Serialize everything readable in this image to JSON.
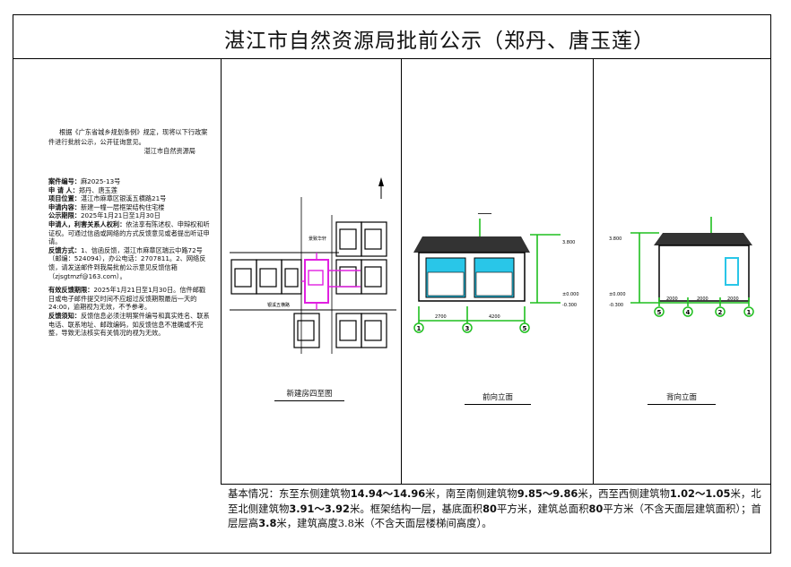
{
  "header": {
    "title": "湛江市自然资源局批前公示（郑丹、唐玉莲）"
  },
  "notice": {
    "intro": "根据《广东省城乡规划条例》规定，现将以下行政案件进行批前公示，公开征询意见。",
    "issuer": "湛江市自然资源局"
  },
  "case": {
    "number_label": "案件编号：",
    "number": "麻2025-13号",
    "applicant_label": "申  请  人：",
    "applicant": "郑丹、唐玉莲",
    "location_label": "项目位置：",
    "location": "湛江市麻章区银溪五横路21号",
    "content_label": "申请内容：",
    "content": "新建一幢一层框架结构住宅楼",
    "period_label": "公示期限：",
    "period": "2025年1月21日至1月30日",
    "rights_label": "申请人，利害关系人权利：",
    "rights": "依法享有陈述权、申辩权和听证权。可通过信函或网络的方式反馈意见或者提出听证申请。",
    "channel_label": "反馈方式：",
    "channel": "1、信函反馈，湛江市麻章区瑞云中路72号（邮编：524094），办公电话：2707811。2、网络反馈，请发送邮件到我局批前公示意见反馈信箱（zjsgtmzf@163.com）。",
    "valid_label": "有效反馈期限：",
    "valid": "2025年1月21日至1月30日。信件邮戳日或电子邮件提交时间不应超过反馈期限最后一天的24:00，逾期视为无效，不予参考。",
    "remarks_label": "反馈须知：",
    "remarks": "反馈信息必须注明案件编号和真实姓名、联系电话、联系地址、邮政编码，如反馈信息不准确或不完整，导致无法核实有关情况的视为无效。"
  },
  "site_plan": {
    "caption": "新建房四至图",
    "road_label_1": "景致华轩",
    "road_label_2": "银溪五横路"
  },
  "front_elevation": {
    "caption": "前向立面",
    "dims": [
      "2700",
      "4200"
    ],
    "axes": [
      "1",
      "3",
      "5"
    ],
    "levels": [
      "3.800",
      "±0.000",
      "-0.300"
    ]
  },
  "back_elevation": {
    "caption": "背向立面",
    "dims": [
      "2000",
      "2000",
      "2000"
    ],
    "axes": [
      "5",
      "4",
      "2",
      "1"
    ],
    "levels": [
      "3.800",
      "±0.000",
      "-0.300"
    ]
  },
  "basic": {
    "label": "基本情况：",
    "east_pre": "东至东侧建筑物",
    "east_val": "14.94～14.96",
    "east_post": "米，",
    "south_pre": "南至南侧建筑物",
    "south_val": "9.85～9.86",
    "south_post": "米，",
    "west_pre": "西至西侧建筑物",
    "west_val": "1.02～1.05",
    "west_post": "米，",
    "north_pre": "北至北侧建筑物",
    "north_val": "3.91～3.92",
    "north_post": "米。框架结构一层，",
    "base_pre": "基底面积",
    "base_val": "80",
    "base_post": "平方米，",
    "total_pre": "建筑总面积",
    "total_val": "80",
    "total_post": "平方米（不含天面层建筑面积）；",
    "floor_pre": "首层层高",
    "floor_val": "3.8",
    "floor_post": "米，",
    "height_text": "建筑高度3.8米（不含天面层楼梯间高度）。"
  },
  "colors": {
    "roof": "#333333",
    "wall": "#29c6e8",
    "green": "#1fbf1f",
    "magenta": "#e020e0"
  }
}
